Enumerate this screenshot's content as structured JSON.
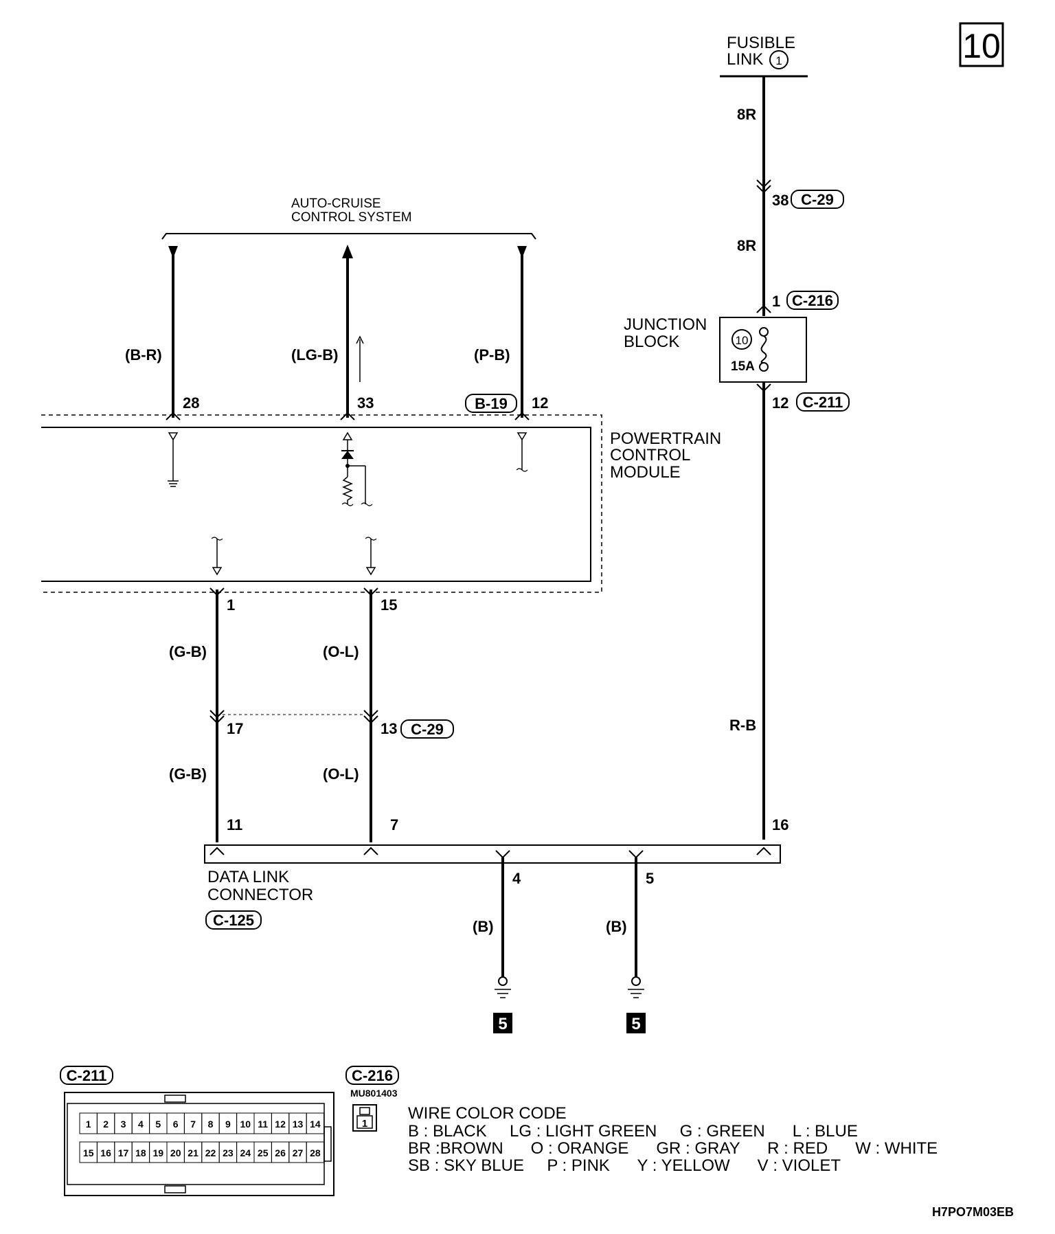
{
  "page_number": "10",
  "doc_code": "H7PO7M03EB",
  "fusible_link": {
    "line1": "FUSIBLE",
    "line2": "LINK",
    "num": "1"
  },
  "top_wire": {
    "color1": "8R",
    "pin38": "38",
    "conn_c29": "C-29",
    "color2": "8R"
  },
  "junction": {
    "pin1": "1",
    "conn_c216": "C-216",
    "line1": "JUNCTION",
    "line2": "BLOCK",
    "fuse_num": "10",
    "fuse_amp": "15A",
    "pin12": "12",
    "conn_c211": "C-211"
  },
  "right_wire": {
    "color": "R-B",
    "pin16": "16"
  },
  "auto_cruise": {
    "line1": "AUTO-CRUISE",
    "line2": "CONTROL SYSTEM"
  },
  "acs_wires": [
    {
      "color": "(B-R)",
      "pin": "28"
    },
    {
      "color": "(LG-B)",
      "pin": "33"
    },
    {
      "color": "(P-B)",
      "pin": "12",
      "conn": "B-19"
    }
  ],
  "pcm": {
    "line1": "POWERTRAIN",
    "line2": "CONTROL",
    "line3": "MODULE"
  },
  "mid_wires": {
    "left": {
      "pin_top": "1",
      "color1": "(G-B)",
      "pin_mid": "17",
      "color2": "(G-B)",
      "pin_bot": "11"
    },
    "right": {
      "pin_top": "15",
      "color1": "(O-L)",
      "pin_mid": "13",
      "conn": "C-29",
      "color2": "(O-L)",
      "pin_bot": "7"
    }
  },
  "dlc": {
    "line1": "DATA LINK",
    "line2": "CONNECTOR",
    "conn": "C-125"
  },
  "ground_wires": [
    {
      "pin": "4",
      "color": "(B)",
      "ground": "5"
    },
    {
      "pin": "5",
      "color": "(B)",
      "ground": "5"
    }
  ],
  "connector_c211": {
    "label": "C-211",
    "row1": [
      "1",
      "2",
      "3",
      "4",
      "5",
      "6",
      "7",
      "8",
      "9",
      "10",
      "11",
      "12",
      "13",
      "14"
    ],
    "row2": [
      "15",
      "16",
      "17",
      "18",
      "19",
      "20",
      "21",
      "22",
      "23",
      "24",
      "25",
      "26",
      "27",
      "28"
    ]
  },
  "connector_c216": {
    "label": "C-216",
    "part": "MU801403",
    "pin": "1"
  },
  "color_code": {
    "title": "WIRE COLOR CODE",
    "line1": "B : BLACK     LG : LIGHT GREEN     G : GREEN      L : BLUE",
    "line2": "BR :BROWN      O : ORANGE      GR : GRAY      R : RED      W : WHITE",
    "line3": "SB : SKY BLUE     P : PINK      Y : YELLOW      V : VIOLET"
  }
}
